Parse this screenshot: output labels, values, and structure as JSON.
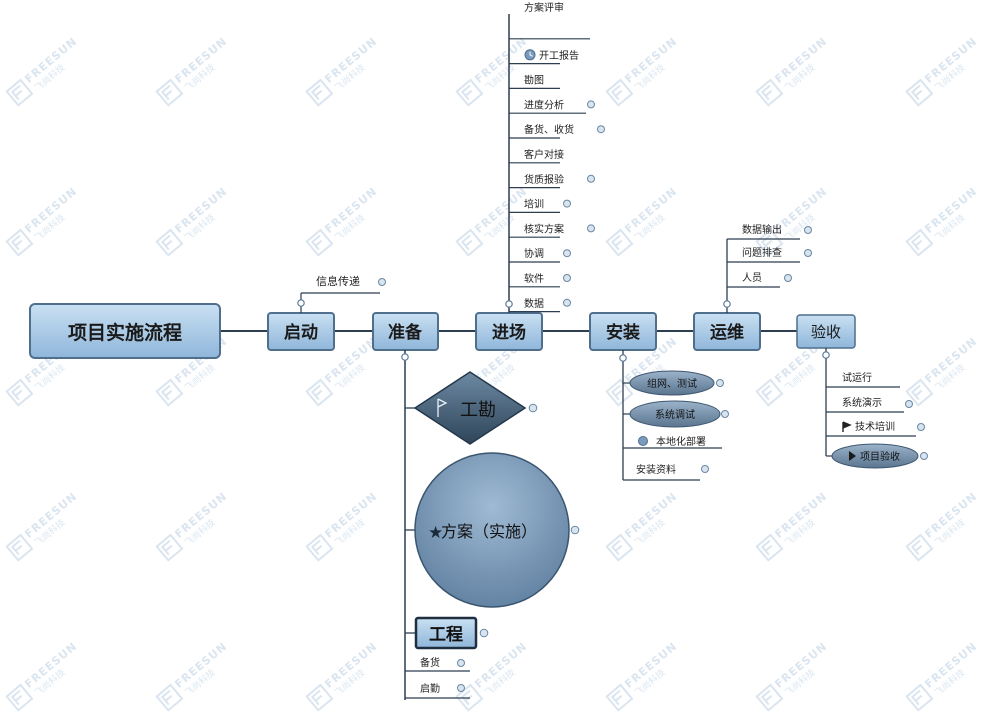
{
  "diagram": {
    "root": "项目实施流程",
    "main": {
      "startup": "启动",
      "prepare": "准备",
      "onsite": "进场",
      "install": "安装",
      "operate": "运维",
      "accept": "验收"
    },
    "startup_children": [
      "信息传递"
    ],
    "onsite_children": [
      "方案评审",
      "开工报告",
      "勘图",
      "进度分析",
      "备货、收货",
      "客户对接",
      "货质报验",
      "培训",
      "核实方案",
      "协调",
      "软件",
      "数据"
    ],
    "prepare_children": {
      "survey": "工勘",
      "plan": "方案（实施）",
      "engineering": "工程",
      "eng_children": [
        "备货",
        "启勤"
      ]
    },
    "install_children": [
      "组网、测试",
      "系统调试",
      "本地化部署",
      "安装资料"
    ],
    "operate_children": [
      "数据输出",
      "问题排查",
      "人员"
    ],
    "accept_children": [
      "试运行",
      "系统演示",
      "技术培训",
      "项目验收"
    ],
    "watermark": {
      "brand": "FREESUN",
      "cn": "飞尚科技"
    },
    "colors": {
      "node_fill": "#a9cbe8",
      "node_stroke": "#4f6f8c",
      "line": "#2c3e50",
      "circle_fill": "#7a9bbd",
      "diamond_fill": "#4a6680",
      "ellipse_fill": "#6f8aa6",
      "watermark": "#bcd0e3"
    }
  }
}
